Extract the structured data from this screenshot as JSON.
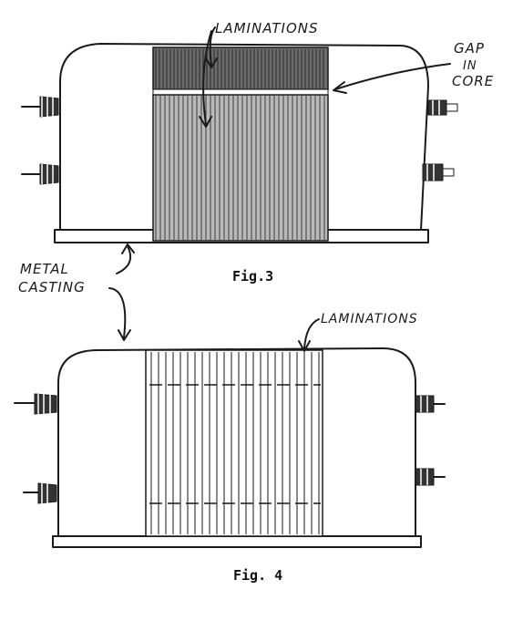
{
  "fig3": {
    "caption": "Fig.3",
    "label_laminations": "LAMINATIONS",
    "label_gap_line1": "GAP",
    "label_gap_line2": "IN",
    "label_gap_line3": "CORE"
  },
  "shared": {
    "label_metal_line1": "METAL",
    "label_metal_line2": "CASTING"
  },
  "fig4": {
    "caption": "Fig. 4",
    "label_laminations": "LAMINATIONS"
  },
  "colors": {
    "ink": "#1a1a1a",
    "paper": "#ffffff"
  }
}
